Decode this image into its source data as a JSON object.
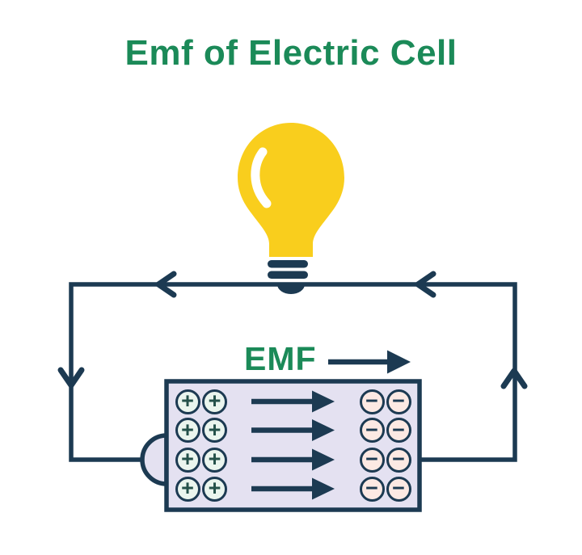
{
  "title": "Emf of Electric Cell",
  "emf_label": {
    "text": "EMF"
  },
  "cell": {
    "positive_symbol": "+",
    "negative_symbol": "−",
    "positive_count": 8,
    "negative_count": 8,
    "charge_rows": 4,
    "field_arrow_count": 4
  },
  "colors": {
    "background": "#FFFFFF",
    "title_green": "#1B8A58",
    "wire_navy": "#1C3A52",
    "bulb_yellow": "#F9CE1D",
    "cell_fill": "#E4E1F1",
    "positive_fill": "#EAF5EE",
    "positive_symbol_color": "#24514A",
    "negative_fill": "#FCE9E3"
  }
}
